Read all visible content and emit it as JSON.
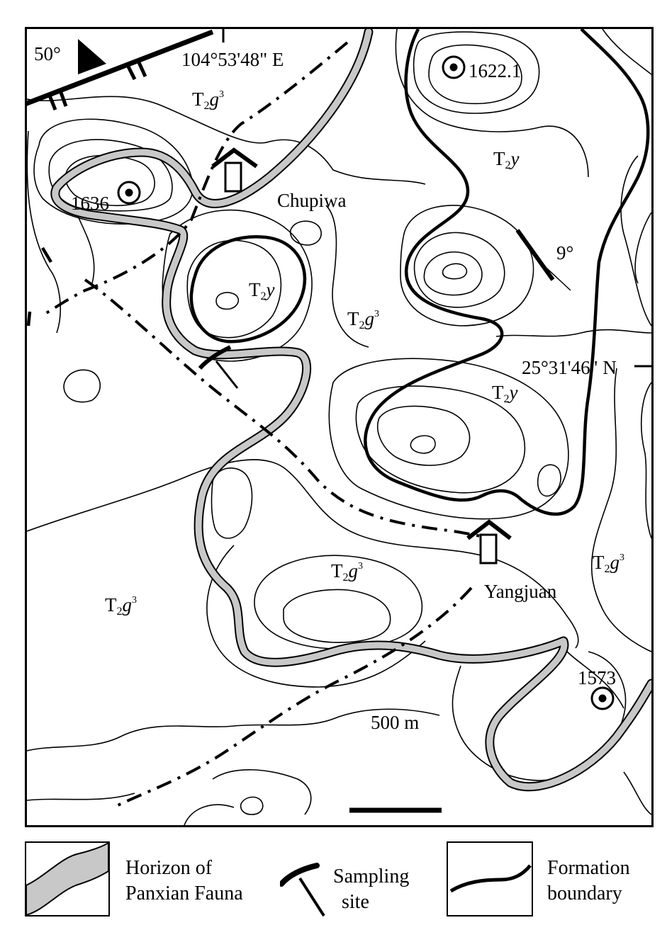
{
  "map": {
    "longitude_label": "104°53'48\" E",
    "latitude_label": "25°31'46\" N",
    "orientation_label": "50°",
    "dip_label": "9°",
    "place_labels": [
      "Chupiwa",
      "Yangjuan"
    ],
    "elevations": [
      "1622.1",
      "1636",
      "1573"
    ],
    "formation_units": [
      {
        "symbol": "T",
        "sub": "2",
        "letter": "g",
        "sup": "3"
      },
      {
        "symbol": "T",
        "sub": "2",
        "letter": "y",
        "sup": ""
      }
    ],
    "scale_bar_label": "500 m"
  },
  "legend": {
    "items": [
      {
        "label_line1": "Horizon of",
        "label_line2": "Panxian Fauna",
        "icon": "gray-band-icon"
      },
      {
        "label_line1": "Sampling",
        "label_line2": "site",
        "icon": "hammer-icon"
      },
      {
        "label_line1": "Formation",
        "label_line2": "boundary",
        "icon": "thick-line-icon"
      }
    ]
  },
  "colors": {
    "horizon_fill": "#c8c8c8",
    "line": "#000000",
    "background": "#ffffff"
  }
}
